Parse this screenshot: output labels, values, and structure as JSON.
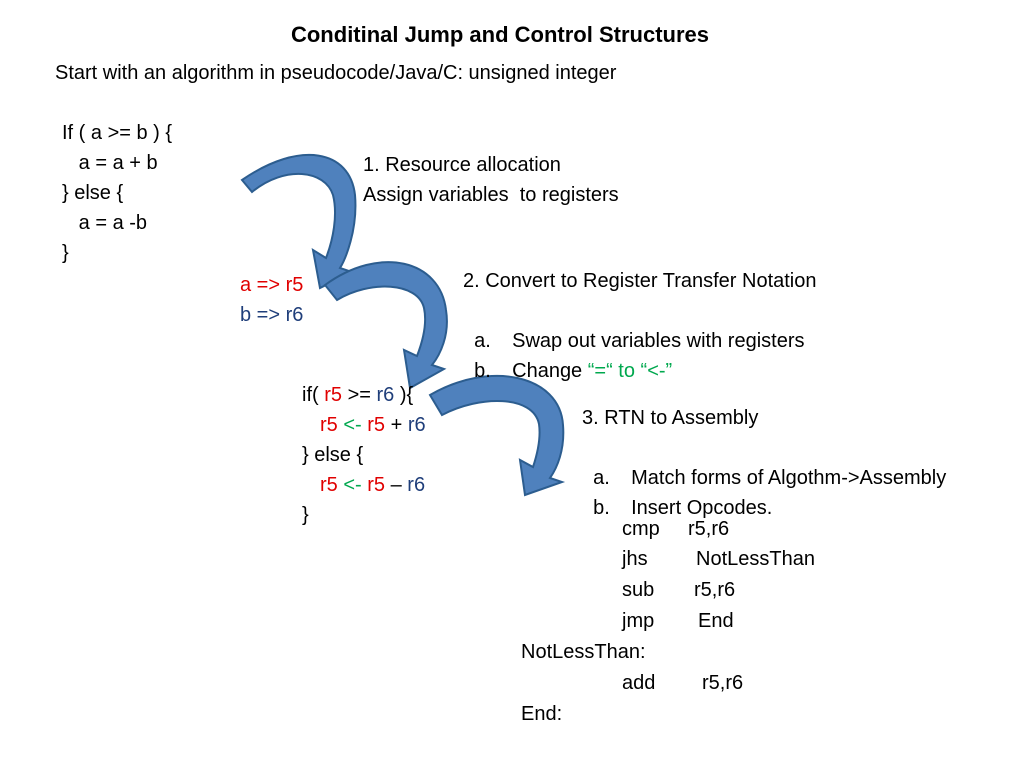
{
  "title": "Conditinal Jump and Control Structures",
  "subtitle": "Start with an algorithm in pseudocode/Java/C: unsigned integer",
  "pseudocode": {
    "lines": [
      "If ( a >= b ) {",
      "   a = a + b",
      "} else {",
      "   a = a -b",
      "}"
    ]
  },
  "register_map": {
    "a": "a => r5",
    "b": "b => r6"
  },
  "step1": {
    "heading": "1. Resource allocation",
    "line2": "Assign variables  to registers"
  },
  "step2": {
    "heading": "2. Convert to Register Transfer Notation",
    "items": [
      {
        "marker": "a.",
        "text": "Swap out variables with registers"
      },
      {
        "marker": "b.",
        "text": "Change "
      }
    ],
    "change_eq": "“=“",
    "change_to": " to ",
    "change_arrow": "“<-”"
  },
  "rtn": {
    "if_open": "if( ",
    "r5": "r5",
    "ge": " >= ",
    "r6": "r6",
    "if_close": " ){",
    "arrow": " <- ",
    "plus": " + ",
    "minus": " – ",
    "else": "} else {",
    "close": "}"
  },
  "step3": {
    "heading": "3. RTN to Assembly",
    "items": [
      {
        "marker": "a.",
        "text": "Match forms of Algothm->Assembly"
      },
      {
        "marker": "b.",
        "text": "Insert Opcodes."
      }
    ]
  },
  "assembly": {
    "lines": [
      {
        "op": "cmp",
        "arg": "r5,r6"
      },
      {
        "op": "jhs",
        "arg": "NotLessThan"
      },
      {
        "op": "sub",
        "arg": "r5,r6"
      },
      {
        "op": "jmp",
        "arg": "End"
      }
    ],
    "label1": "NotLessThan:",
    "add": {
      "op": "add",
      "arg": "r5,r6"
    },
    "label2": "End:"
  },
  "colors": {
    "register_a": "#e00000",
    "register_b": "#1f3e7a",
    "assign_symbol": "#00a84e",
    "arrow_fill": "#4f81bd",
    "arrow_stroke": "#2c5d8f"
  }
}
